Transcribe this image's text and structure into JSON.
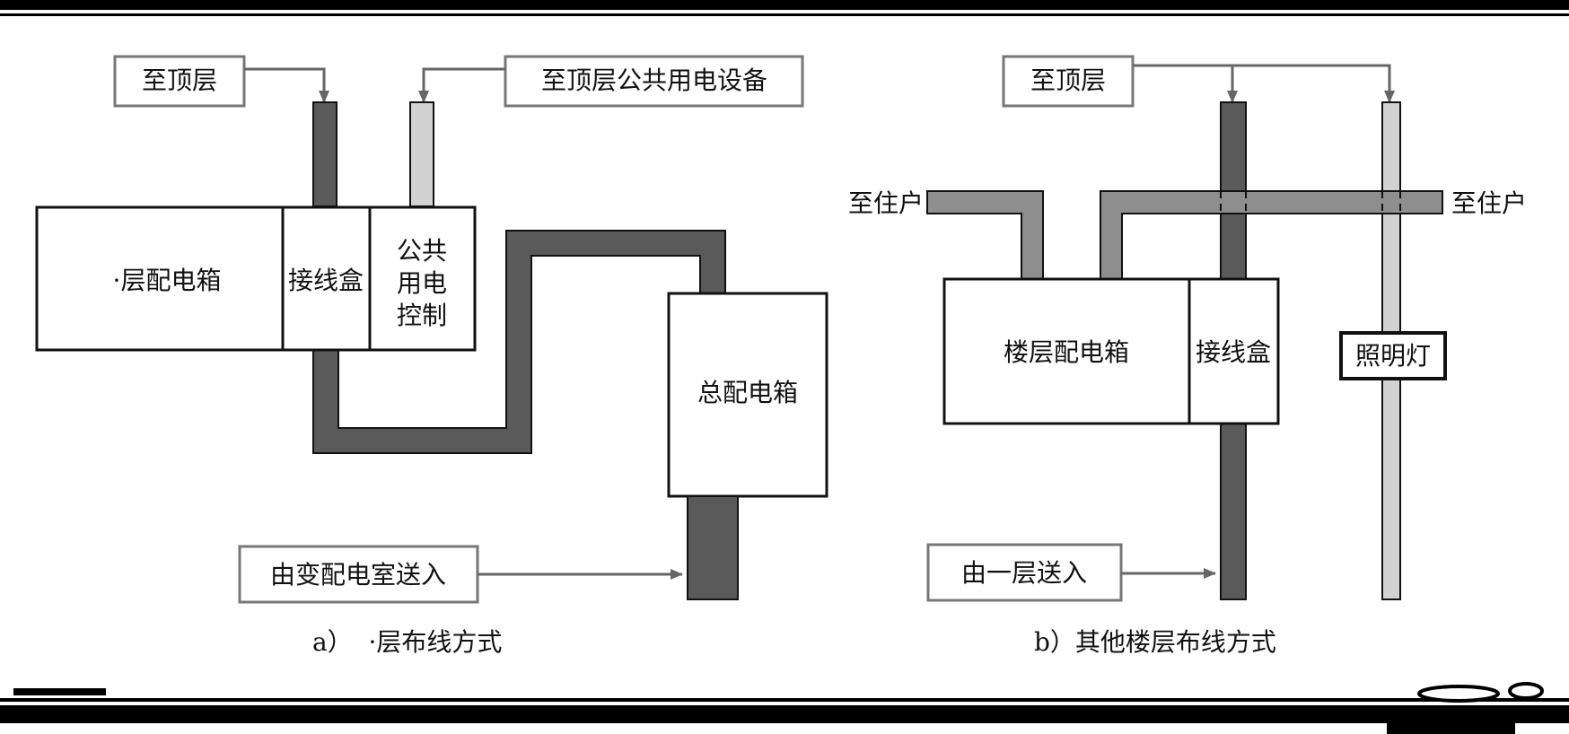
{
  "colors": {
    "dark_riser": "#5a5a5a",
    "light_riser": "#d2d2d2",
    "mid_branch": "#8e8e8e",
    "box_border": "#111111",
    "label_border": "#777777",
    "arrow": "#666666",
    "frame": "#000000"
  },
  "left": {
    "label_top": "至顶层",
    "label_top_public": "至顶层公共用电设备",
    "box_main": "·层配电箱",
    "box_junction": "接线盒",
    "box_public_lines": [
      "公共",
      "用电",
      "控制"
    ],
    "box_total": "总配电箱",
    "label_input": "由变配电室送入",
    "caption": "a）  ·层布线方式"
  },
  "right": {
    "label_top": "至顶层",
    "label_left_resident": "至住户",
    "label_right_resident": "至住户",
    "box_floor": "楼层配电箱",
    "box_junction": "接线盒",
    "box_lamp": "照明灯",
    "label_input": "由一层送入",
    "caption": "b）其他楼层布线方式"
  }
}
